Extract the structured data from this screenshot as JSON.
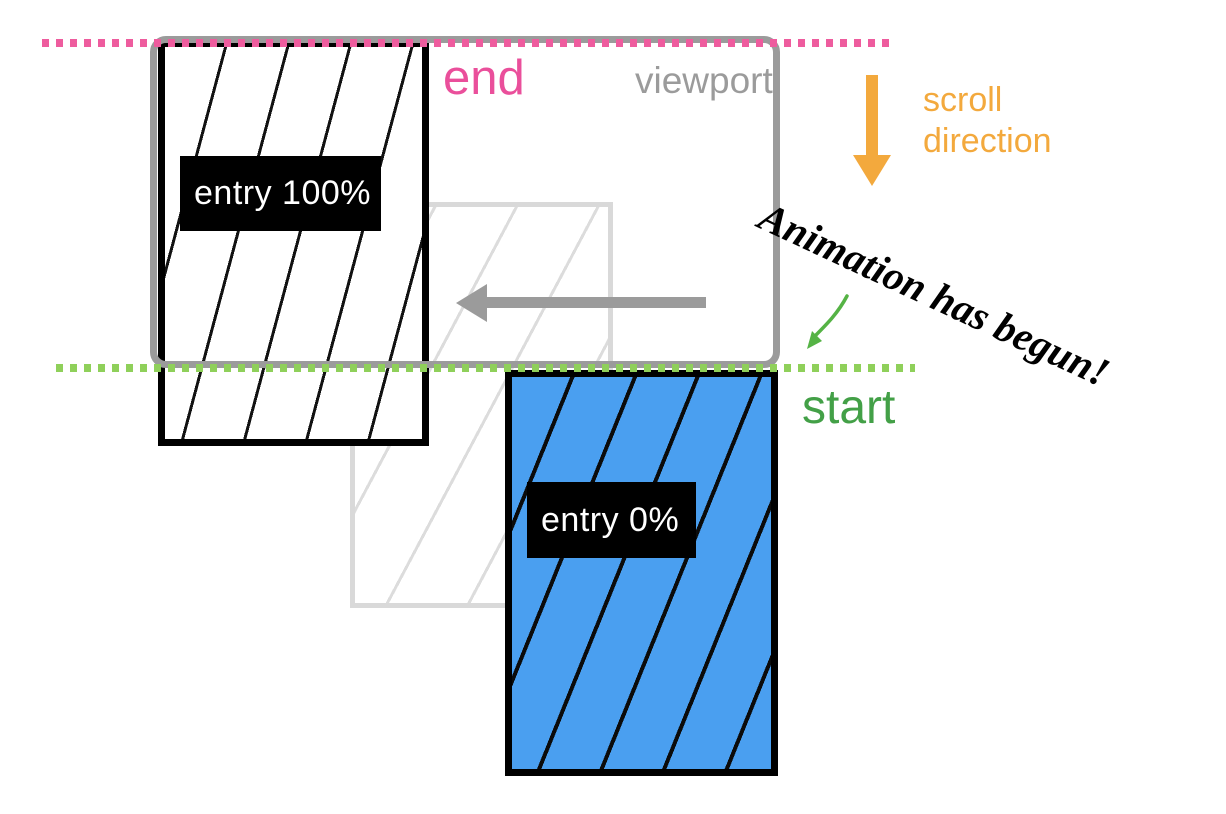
{
  "labels": {
    "end": "end",
    "viewport": "viewport",
    "start": "start",
    "scroll_line1": "scroll",
    "scroll_line2": "direction",
    "entry_100": "entry 100%",
    "entry_0": "entry 0%",
    "note": "Animation has begun!"
  },
  "colors": {
    "end_dotted_line": "#ee5c9e",
    "end_text": "#ea4f9b",
    "start_dotted_line": "#8fd05a",
    "start_text": "#43a047",
    "scroll_accent_orange": "#f3a93d",
    "viewport_gray": "#9b9b9b",
    "subject_blue": "#4a9ff0",
    "ghost_gray": "#d9d9d9",
    "hatch_black": "#000000",
    "label_bg": "#000000",
    "label_text": "#ffffff",
    "note_green_arrow": "#55b345"
  }
}
